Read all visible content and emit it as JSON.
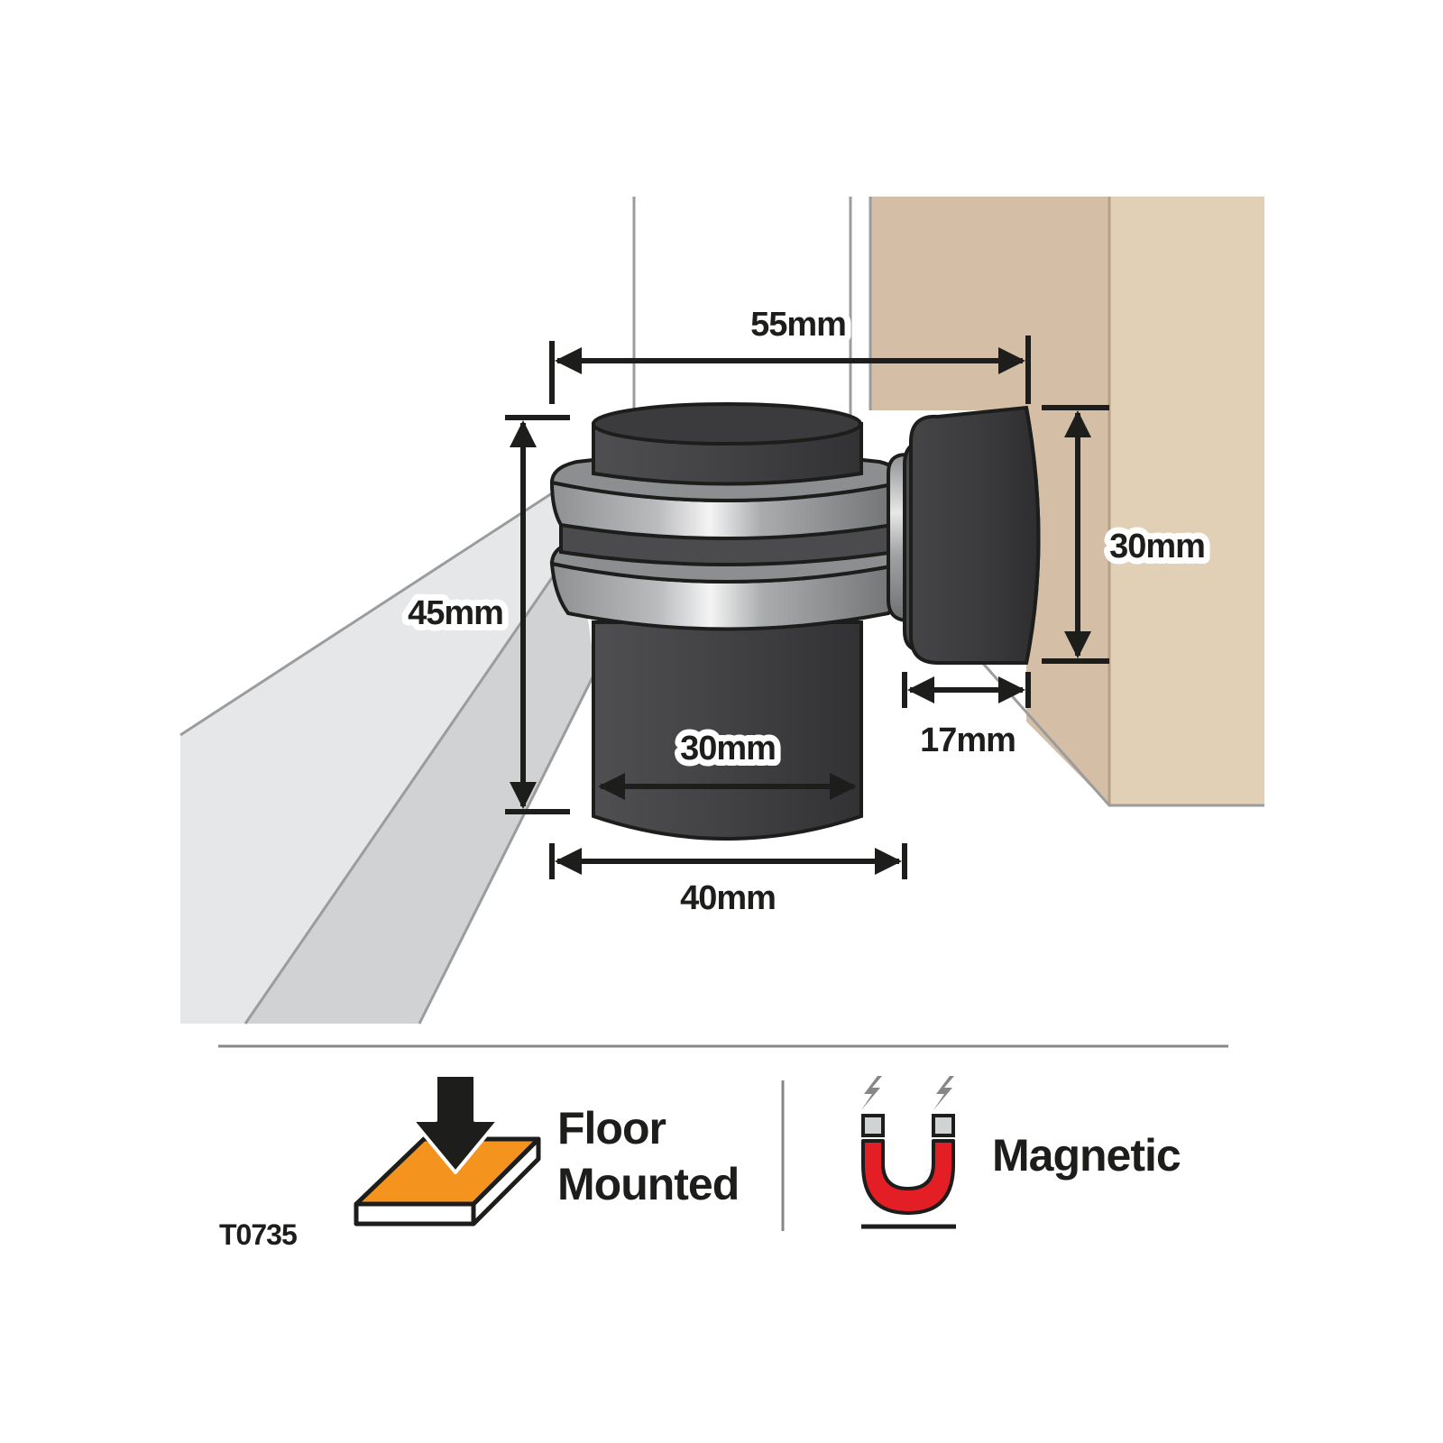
{
  "dimensions": {
    "overall_width": "55mm",
    "height": "45mm",
    "wall_diameter": "30mm",
    "wall_depth": "17mm",
    "body_diameter": "30mm",
    "base_diameter": "40mm"
  },
  "features": {
    "floor_line1": "Floor",
    "floor_line2": "Mounted",
    "magnetic": "Magnetic"
  },
  "product_code": "T0735",
  "colors": {
    "wall_left": "#d5bea6",
    "wall_right": "#e2d0b6",
    "floor_light": "#e6e7e9",
    "floor_mid": "#d0d2d4",
    "body_dark": "#3d3d3f",
    "chrome": "#a4a6a8",
    "floor_icon_orange": "#f4941e",
    "magnet_red": "#e31e24"
  },
  "icons": [
    "arrow-down-icon",
    "floor-plate-icon",
    "lightning-icon",
    "horseshoe-magnet-icon"
  ]
}
